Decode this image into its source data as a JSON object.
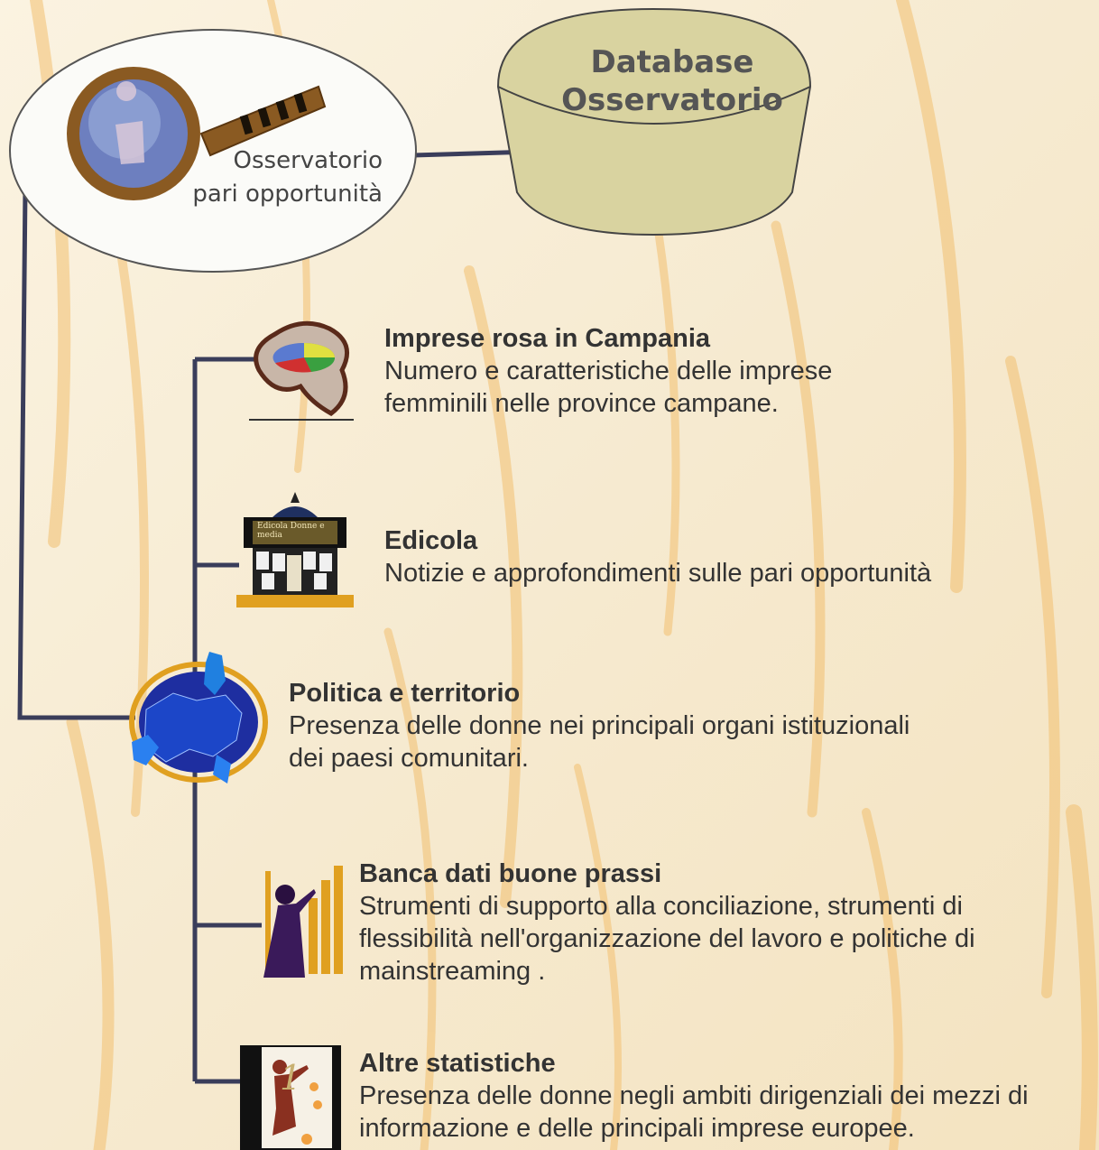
{
  "logo": {
    "line1": "Osservatorio",
    "line2": "pari opportunità"
  },
  "database": {
    "line1": "Database",
    "line2": "Osservatorio"
  },
  "items": [
    {
      "title": "Imprese rosa in Campania",
      "desc1": "Numero e caratteristiche delle imprese",
      "desc2": "femminili nelle province campane."
    },
    {
      "title": "Edicola",
      "desc1": "Notizie e approfondimenti sulle pari opportunità",
      "sign": "Edicola Donne e media"
    },
    {
      "title": "Politica e territorio",
      "desc1": "Presenza delle donne nei principali organi istituzionali",
      "desc2": "dei paesi comunitari."
    },
    {
      "title": "Banca dati buone prassi",
      "desc1": "Strumenti di supporto alla conciliazione, strumenti di",
      "desc2": "flessibilità nell'organizzazione del lavoro e politiche di",
      "desc3": "mainstreaming ."
    },
    {
      "title": "Altre statistiche",
      "desc1": "Presenza delle donne negli ambiti dirigenziali dei mezzi di",
      "desc2": "informazione e delle principali imprese europee.",
      "glyph": "1"
    }
  ],
  "colors": {
    "background": "#f6ecd2",
    "streak": "#f3c479",
    "line": "#3a3d5a",
    "db_fill": "#d9d3a0"
  }
}
